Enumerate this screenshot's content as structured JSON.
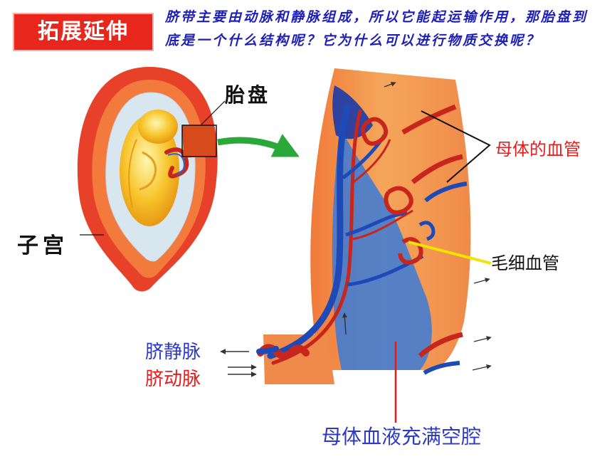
{
  "banner": {
    "title": "拓展延伸"
  },
  "intro": {
    "text": "脐带主要由动脉和静脉组成，所以它能起运输作用，那胎盘到底是一个什么结构呢？它为什么可以进行物质交换呢？"
  },
  "labels": {
    "placenta": "胎盘",
    "uterus": "子宫",
    "maternal_vessels": "母体的血管",
    "capillary": "毛细血管",
    "umbilical_vein": "脐静脉",
    "umbilical_artery": "脐动脉",
    "maternal_blood_cavity": "母体血液充满空腔"
  },
  "colors": {
    "banner_bg": "#e8261c",
    "intro_text": "#1d1db8",
    "label_red": "#e81c1c",
    "label_blue": "#2c39c2",
    "uterus_wall": "#e84a2a",
    "fetus": "#f7c52c",
    "blood_blue": "#2a66c8",
    "blood_red": "#c8261c",
    "arrow_green": "#2aa83a",
    "capillary_pointer": "#f0e400"
  }
}
